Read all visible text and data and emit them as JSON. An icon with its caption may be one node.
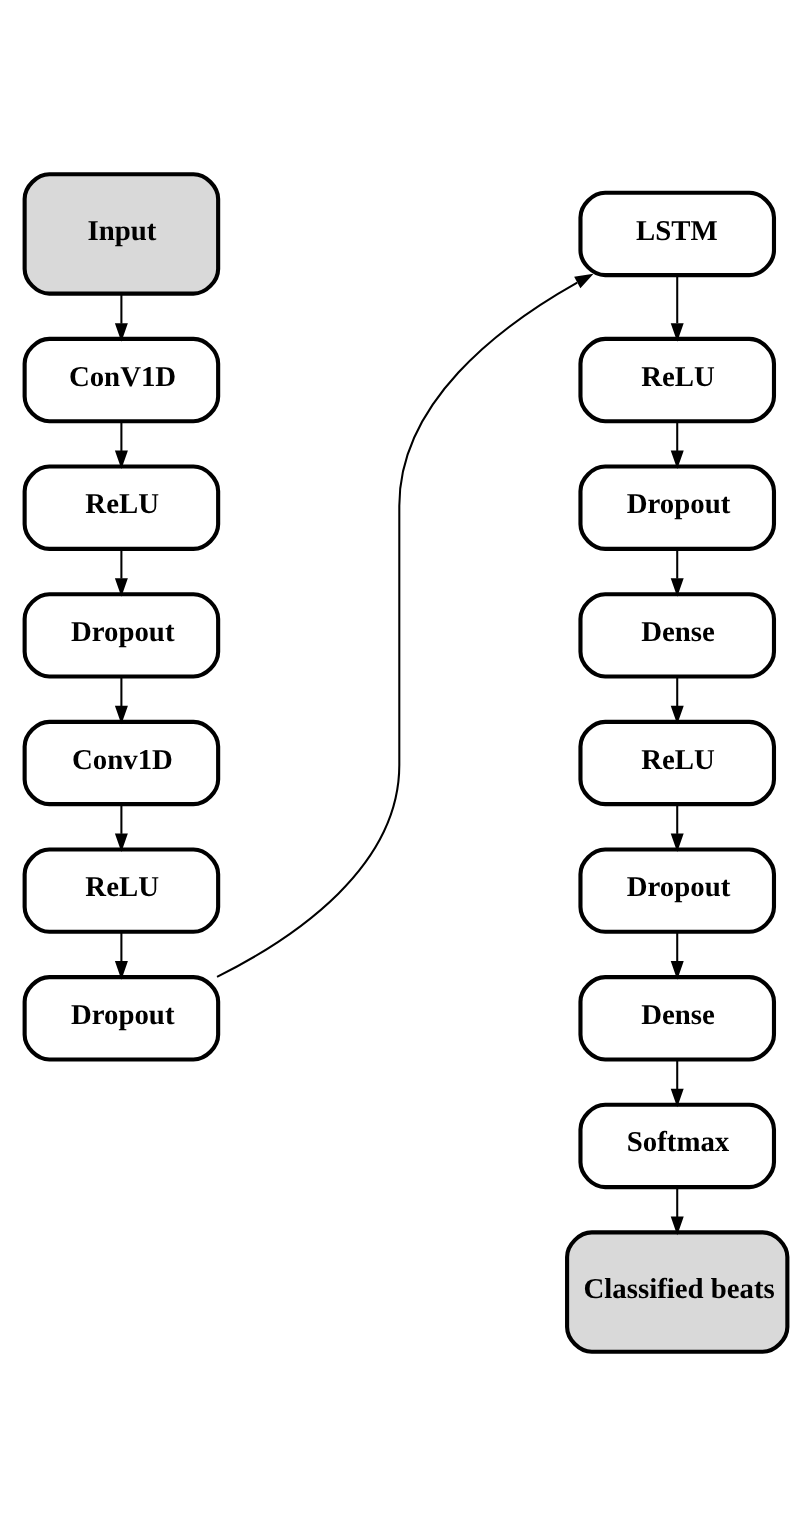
{
  "diagram": {
    "nodes": [
      {
        "text": [
          "Input"
        ]
      },
      {
        "text": [
          "ConV1D"
        ]
      },
      {
        "text": [
          "ReLU"
        ]
      },
      {
        "text": [
          "Dropout"
        ]
      },
      {
        "text": [
          "Conv1D"
        ]
      },
      {
        "text": [
          "ReLU"
        ]
      },
      {
        "text": [
          "Dropout"
        ]
      },
      {
        "text": [
          "LSTM"
        ]
      },
      {
        "text": [
          "ReLU"
        ]
      },
      {
        "text": [
          "Dropout"
        ]
      },
      {
        "text": [
          "Dense"
        ]
      },
      {
        "text": [
          "ReLU"
        ]
      },
      {
        "text": [
          "Dropout"
        ]
      },
      {
        "text": [
          "Dense"
        ]
      },
      {
        "text": [
          "Softmax"
        ]
      },
      {
        "text": [
          "Classified beats"
        ]
      }
    ],
    "edges": [
      {
        "from": 0,
        "to": 1,
        "arrow": "to"
      },
      {
        "from": 1,
        "to": 2,
        "arrow": "to"
      },
      {
        "from": 2,
        "to": 3,
        "arrow": "to"
      },
      {
        "from": 3,
        "to": 4,
        "arrow": "to"
      },
      {
        "from": 4,
        "to": 5,
        "arrow": "to"
      },
      {
        "from": 5,
        "to": 6,
        "arrow": "to"
      },
      {
        "from": 6,
        "to": 7,
        "arrow": "to"
      },
      {
        "from": 7,
        "to": 8,
        "arrow": "to"
      },
      {
        "from": 8,
        "to": 9,
        "arrow": "to"
      },
      {
        "from": 9,
        "to": 10,
        "arrow": "to"
      },
      {
        "from": 10,
        "to": 11,
        "arrow": "to"
      },
      {
        "from": 11,
        "to": 12,
        "arrow": "to"
      },
      {
        "from": 12,
        "to": 13,
        "arrow": "to"
      },
      {
        "from": 13,
        "to": 14,
        "arrow": "to"
      },
      {
        "from": 14,
        "to": 15,
        "arrow": "to"
      }
    ]
  }
}
